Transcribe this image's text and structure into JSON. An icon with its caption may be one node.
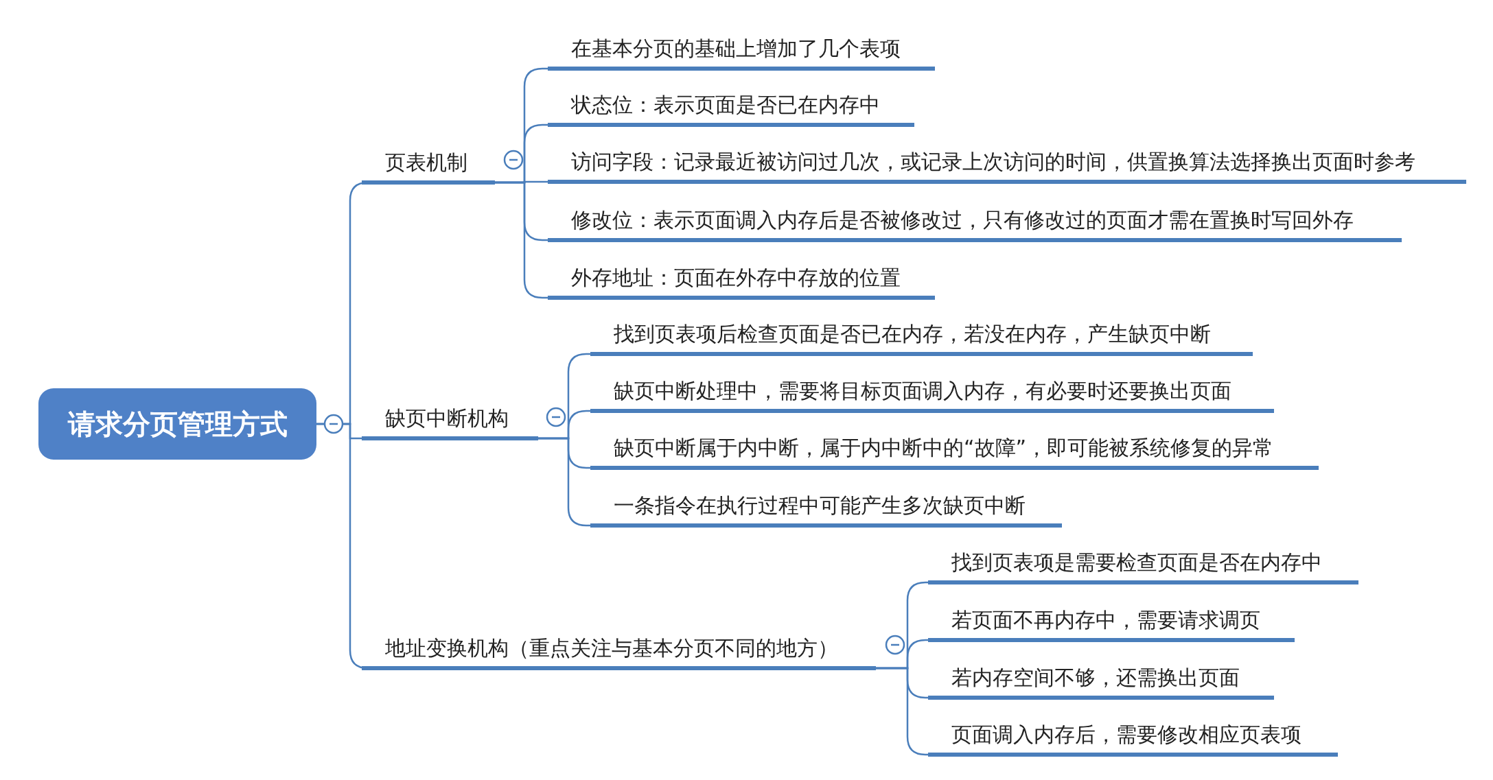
{
  "diagram": {
    "nodes": [
      {
        "text": [
          "请求分页管理方式"
        ]
      },
      {
        "text": [
          "页表机制"
        ]
      },
      {
        "text": [
          "在基本分页的基础上增加了几个表项"
        ]
      },
      {
        "text": [
          "状态位：表示页面是否已在内存中"
        ]
      },
      {
        "text": [
          "访问字段：记录最近被访问过几次，或记录上次访问的时间，供置换算法选择换出页面时参考"
        ]
      },
      {
        "text": [
          "修改位：表示页面调入内存后是否被修改过，只有修改过的页面才需在置换时写回外存"
        ]
      },
      {
        "text": [
          "外存地址：页面在外存中存放的位置"
        ]
      },
      {
        "text": [
          "缺页中断机构"
        ]
      },
      {
        "text": [
          "找到页表项后检查页面是否已在内存，若没在内存，产生缺页中断"
        ]
      },
      {
        "text": [
          "缺页中断处理中，需要将目标页面调入内存，有必要时还要换出页面"
        ]
      },
      {
        "text": [
          "缺页中断属于内中断，属于内中断中的“故障”，即可能被系统修复的异常"
        ]
      },
      {
        "text": [
          "一条指令在执行过程中可能产生多次缺页中断"
        ]
      },
      {
        "text": [
          "地址变换机构（重点关注与基本分页不同的地方）"
        ]
      },
      {
        "text": [
          "找到页表项是需要检查页面是否在内存中"
        ]
      },
      {
        "text": [
          "若页面不再内存中，需要请求调页"
        ]
      },
      {
        "text": [
          "若内存空间不够，还需换出页面"
        ]
      },
      {
        "text": [
          "页面调入内存后，需要修改相应页表项"
        ]
      }
    ],
    "edges": [
      {
        "from": 0,
        "to": 1,
        "arrow": "none"
      },
      {
        "from": 0,
        "to": 7,
        "arrow": "none"
      },
      {
        "from": 0,
        "to": 12,
        "arrow": "none"
      },
      {
        "from": 1,
        "to": 2,
        "arrow": "none"
      },
      {
        "from": 1,
        "to": 3,
        "arrow": "none"
      },
      {
        "from": 1,
        "to": 4,
        "arrow": "none"
      },
      {
        "from": 1,
        "to": 5,
        "arrow": "none"
      },
      {
        "from": 1,
        "to": 6,
        "arrow": "none"
      },
      {
        "from": 7,
        "to": 8,
        "arrow": "none"
      },
      {
        "from": 7,
        "to": 9,
        "arrow": "none"
      },
      {
        "from": 7,
        "to": 10,
        "arrow": "none"
      },
      {
        "from": 7,
        "to": 11,
        "arrow": "none"
      },
      {
        "from": 12,
        "to": 13,
        "arrow": "none"
      },
      {
        "from": 12,
        "to": 14,
        "arrow": "none"
      },
      {
        "from": 12,
        "to": 15,
        "arrow": "none"
      },
      {
        "from": 12,
        "to": 16,
        "arrow": "none"
      }
    ]
  }
}
